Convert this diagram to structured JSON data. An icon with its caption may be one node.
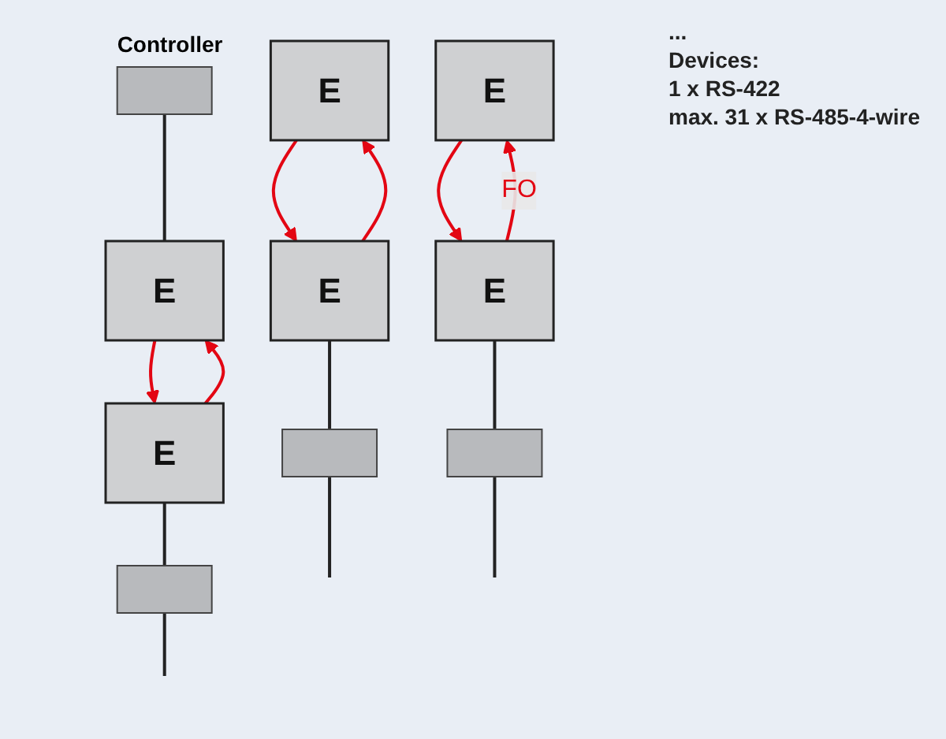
{
  "diagram": {
    "nodes": [
      {
        "text": [],
        "shape": "picture",
        "beside": [
          "Controller"
        ]
      },
      {
        "text": [
          "E"
        ]
      },
      {
        "text": [
          "E"
        ]
      },
      {
        "text": [
          "E"
        ]
      },
      {
        "text": [
          "E"
        ]
      },
      {
        "text": [
          "E"
        ]
      },
      {
        "text": [
          "E"
        ]
      },
      {
        "text": [],
        "shape": "picture"
      },
      {
        "text": [],
        "shape": "picture"
      },
      {
        "text": [],
        "shape": "picture"
      }
    ],
    "edges": [
      {
        "from": 0,
        "to": 1,
        "arrow": "none"
      },
      {
        "from": 1,
        "to": 4,
        "arrow": "to",
        "color": "#e30613"
      },
      {
        "from": 4,
        "to": 1,
        "arrow": "to",
        "color": "#e30613"
      },
      {
        "from": 2,
        "to": 5,
        "arrow": "to",
        "color": "#e30613"
      },
      {
        "from": 5,
        "to": 2,
        "arrow": "to",
        "color": "#e30613"
      },
      {
        "from": 3,
        "to": 6,
        "arrow": "to",
        "color": "#e30613"
      },
      {
        "from": 6,
        "to": 3,
        "arrow": "to",
        "color": "#e30613",
        "label": "FO"
      },
      {
        "from": 4,
        "to": 7,
        "arrow": "none"
      },
      {
        "from": 5,
        "to": 8,
        "arrow": "none"
      },
      {
        "from": 6,
        "to": 9,
        "arrow": "none"
      },
      {
        "from": 7,
        "to": null,
        "arrow": "none"
      },
      {
        "from": 8,
        "to": null,
        "arrow": "none"
      },
      {
        "from": 9,
        "to": null,
        "arrow": "none"
      }
    ],
    "labels": [
      "...",
      "Devices:",
      "1 x RS-422",
      "max. 31 x RS-485-4-wire"
    ]
  }
}
